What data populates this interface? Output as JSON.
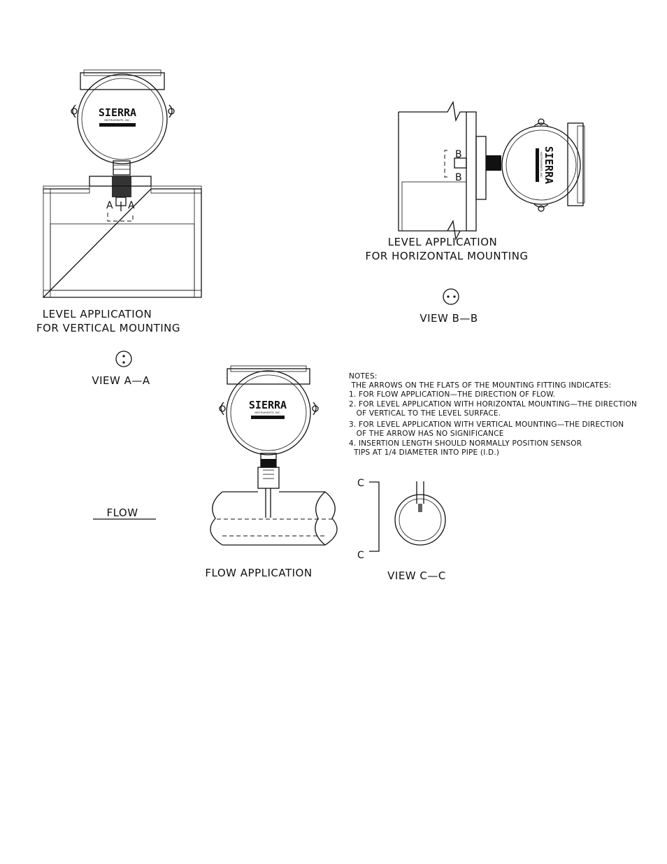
{
  "logo": {
    "brand": "SIERRA",
    "subtitle": "INSTRUMENTS, INC.",
    "model_bar": "▮▮▮▮▮▮▮▮▮▮▮"
  },
  "vertical_mounting": {
    "caption_line1": "LEVEL APPLICATION",
    "caption_line2": "FOR VERTICAL MOUNTING",
    "section_left": "A",
    "section_right": "A",
    "view_label": "VIEW A—A"
  },
  "horizontal_mounting": {
    "caption_line1": "LEVEL APPLICATION",
    "caption_line2": "FOR HORIZONTAL MOUNTING",
    "section_top": "B",
    "section_bottom": "B",
    "view_label": "VIEW B—B"
  },
  "flow": {
    "caption": "FLOW APPLICATION",
    "flow_label": "FLOW",
    "section_top": "C",
    "section_bottom": "C",
    "view_label": "VIEW C—C"
  },
  "notes": {
    "heading": "NOTES:",
    "lines": [
      " THE ARROWS ON THE FLATS OF THE MOUNTING FITTING INDICATES:",
      "1. FOR FLOW APPLICATION—THE DIRECTION OF FLOW.",
      "2. FOR LEVEL APPLICATION WITH HORIZONTAL MOUNTING—THE DIRECTION",
      "   OF VERTICAL TO THE LEVEL SURFACE.",
      "3. FOR LEVEL APPLICATION WITH VERTICAL MOUNTING—THE DIRECTION",
      "   OF THE ARROW HAS NO SIGNIFICANCE",
      "4. INSERTION LENGTH SHOULD NORMALLY POSITION SENSOR",
      "  TIPS AT 1/4 DIAMETER INTO PIPE (I.D.)"
    ]
  }
}
